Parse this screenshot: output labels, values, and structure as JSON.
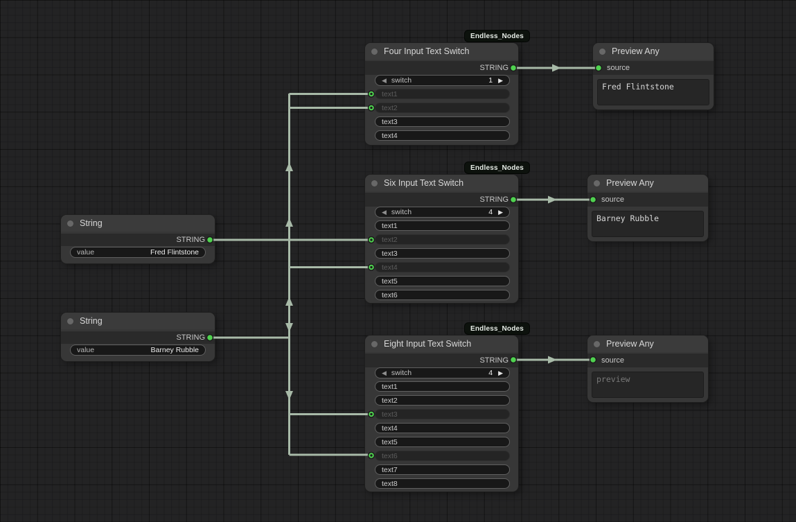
{
  "badge": {
    "label": "Endless_Nodes"
  },
  "icons": {
    "prev": "◀",
    "next": "▶"
  },
  "colors": {
    "canvas_bg": "#232324",
    "wire": "#a8baa8",
    "socket_green": "#4fd24f",
    "node_body": "#373737",
    "node_title_bg": "#3b3b3b",
    "slot_band": "#2a2a2a",
    "widget_bg": "#181818",
    "badge_bg": "#0d120d"
  },
  "nodes": {
    "string_fred": {
      "title": "String",
      "output_label": "STRING",
      "value_label": "value",
      "value": "Fred Flintstone"
    },
    "string_barney": {
      "title": "String",
      "output_label": "STRING",
      "value_label": "value",
      "value": "Barney Rubble"
    },
    "switch_four": {
      "title": "Four Input Text Switch",
      "output_label": "STRING",
      "switch_label": "switch",
      "switch_value": "1",
      "rows": [
        {
          "label": "text1",
          "connected": true
        },
        {
          "label": "text2",
          "connected": true
        },
        {
          "label": "text3",
          "connected": false
        },
        {
          "label": "text4",
          "connected": false
        }
      ]
    },
    "switch_six": {
      "title": "Six Input Text Switch",
      "output_label": "STRING",
      "switch_label": "switch",
      "switch_value": "4",
      "rows": [
        {
          "label": "text1",
          "connected": false
        },
        {
          "label": "text2",
          "connected": true
        },
        {
          "label": "text3",
          "connected": false
        },
        {
          "label": "text4",
          "connected": true
        },
        {
          "label": "text5",
          "connected": false
        },
        {
          "label": "text6",
          "connected": false
        }
      ]
    },
    "switch_eight": {
      "title": "Eight Input Text Switch",
      "output_label": "STRING",
      "switch_label": "switch",
      "switch_value": "4",
      "rows": [
        {
          "label": "text1",
          "connected": false
        },
        {
          "label": "text2",
          "connected": false
        },
        {
          "label": "text3",
          "connected": true
        },
        {
          "label": "text4",
          "connected": false
        },
        {
          "label": "text5",
          "connected": false
        },
        {
          "label": "text6",
          "connected": true
        },
        {
          "label": "text7",
          "connected": false
        },
        {
          "label": "text8",
          "connected": false
        }
      ]
    },
    "preview_fred": {
      "title": "Preview Any",
      "input_label": "source",
      "content": "Fred Flintstone"
    },
    "preview_barney": {
      "title": "Preview Any",
      "input_label": "source",
      "content": "Barney Rubble"
    },
    "preview_empty": {
      "title": "Preview Any",
      "input_label": "source",
      "content": "preview"
    }
  }
}
